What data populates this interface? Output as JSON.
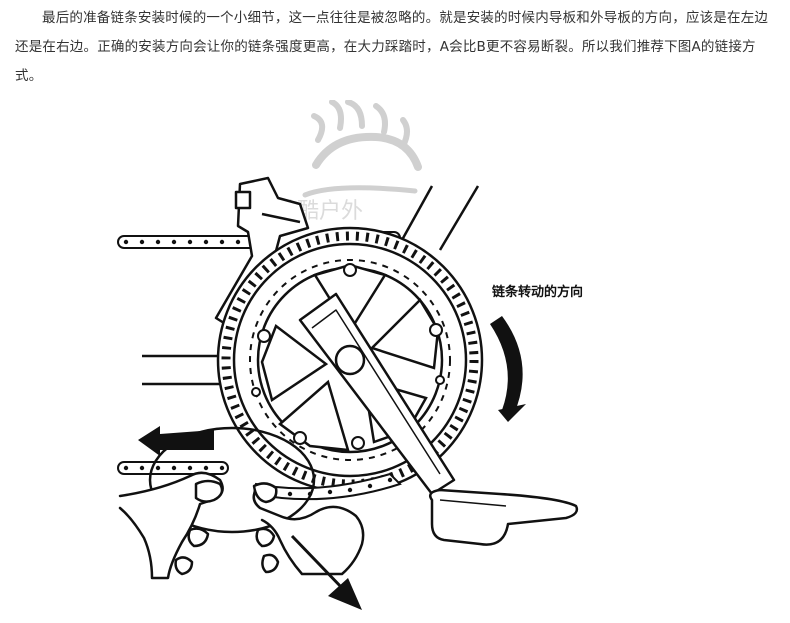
{
  "article": {
    "paragraph": "最后的准备链条安装时候的一个小细节，这一点往往是被忽略的。就是安装的时候内导板和外导板的方向，应该是在左边还是在右边。正确的安装方向会让你的链条强度更高，在大力踩踏时，A会比B更不容易断裂。所以我们推荐下图A的链接方式。"
  },
  "figure": {
    "direction_label": "链条转动的方向",
    "watermark_text": "骑酷户外",
    "colors": {
      "line": "#111111",
      "fill": "#ffffff",
      "watermark": "#d8d8d8"
    },
    "icons": [
      "chainring-drawing",
      "crank-arm",
      "pedal",
      "front-derailleur",
      "rotation-arrow",
      "left-arrow",
      "diagonal-arrow",
      "hand",
      "sun-watermark"
    ]
  }
}
